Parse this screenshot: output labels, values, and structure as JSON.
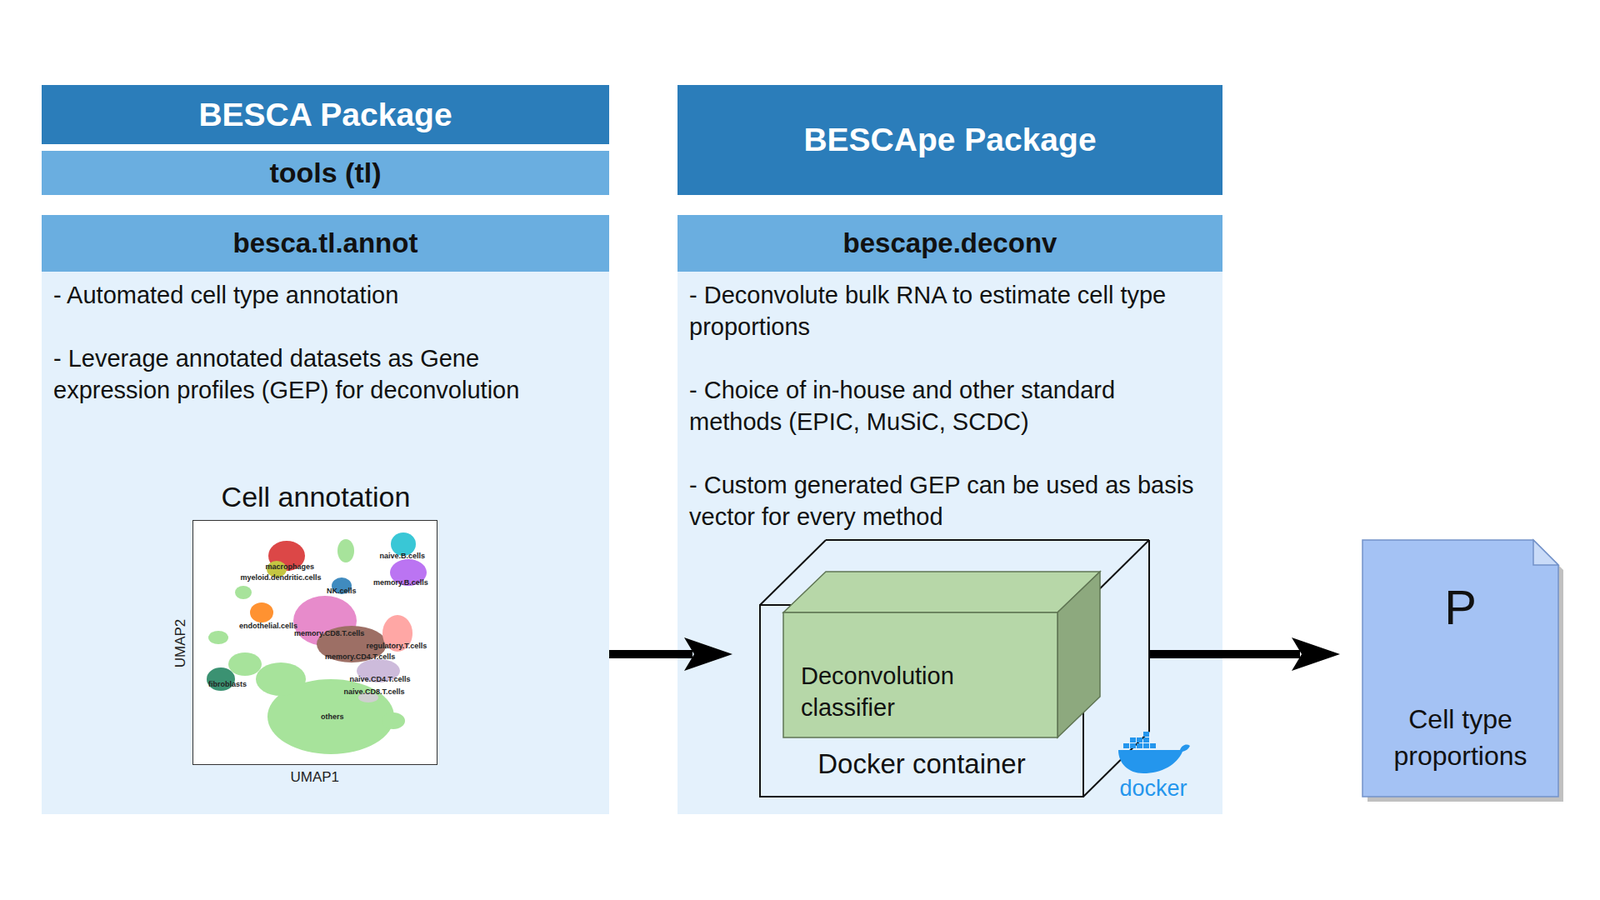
{
  "diagram": {
    "nodes": [
      {
        "text": [
          "BESCA Package"
        ]
      },
      {
        "text": [
          "tools (tl)"
        ]
      },
      {
        "text": [
          "besca.tl.annot",
          "- Automated cell type annotation",
          "- Leverage annotated datasets as Gene expression profiles (GEP) for deconvolution"
        ]
      },
      {
        "text": [
          "Cell annotation"
        ],
        "in": 2
      },
      {
        "text": [
          "BESCApe Package"
        ]
      },
      {
        "text": [
          "bescape.deconv",
          "- Deconvolute bulk RNA to estimate cell type proportions",
          "- Choice of in-house and other standard methods (EPIC, MuSiC, SCDC)",
          "- Custom generated GEP can be used as basis vector for every method"
        ]
      },
      {
        "text": [
          "Docker container"
        ],
        "in": 5
      },
      {
        "text": [
          "Deconvolution classifier"
        ],
        "in": 6
      },
      {
        "text": [
          "P",
          "Cell type proportions"
        ]
      }
    ],
    "edges": [
      {
        "from": 2,
        "to": 6,
        "arrow": "to"
      },
      {
        "from": 6,
        "to": 8,
        "arrow": "to"
      }
    ],
    "labels": [
      "naive.B.cells",
      "macrophages",
      "myeloid.dendritic.cells",
      "memory.B.cells",
      "NK.cells",
      "endothelial.cells",
      "memory.CD8.T.cells",
      "regulatory.T.cells",
      "memory.CD4.T.cells",
      "naive.CD4.T.cells",
      "fibroblasts",
      "naive.CD8.T.cells",
      "others",
      "UMAP2",
      "UMAP1",
      "docker"
    ]
  }
}
